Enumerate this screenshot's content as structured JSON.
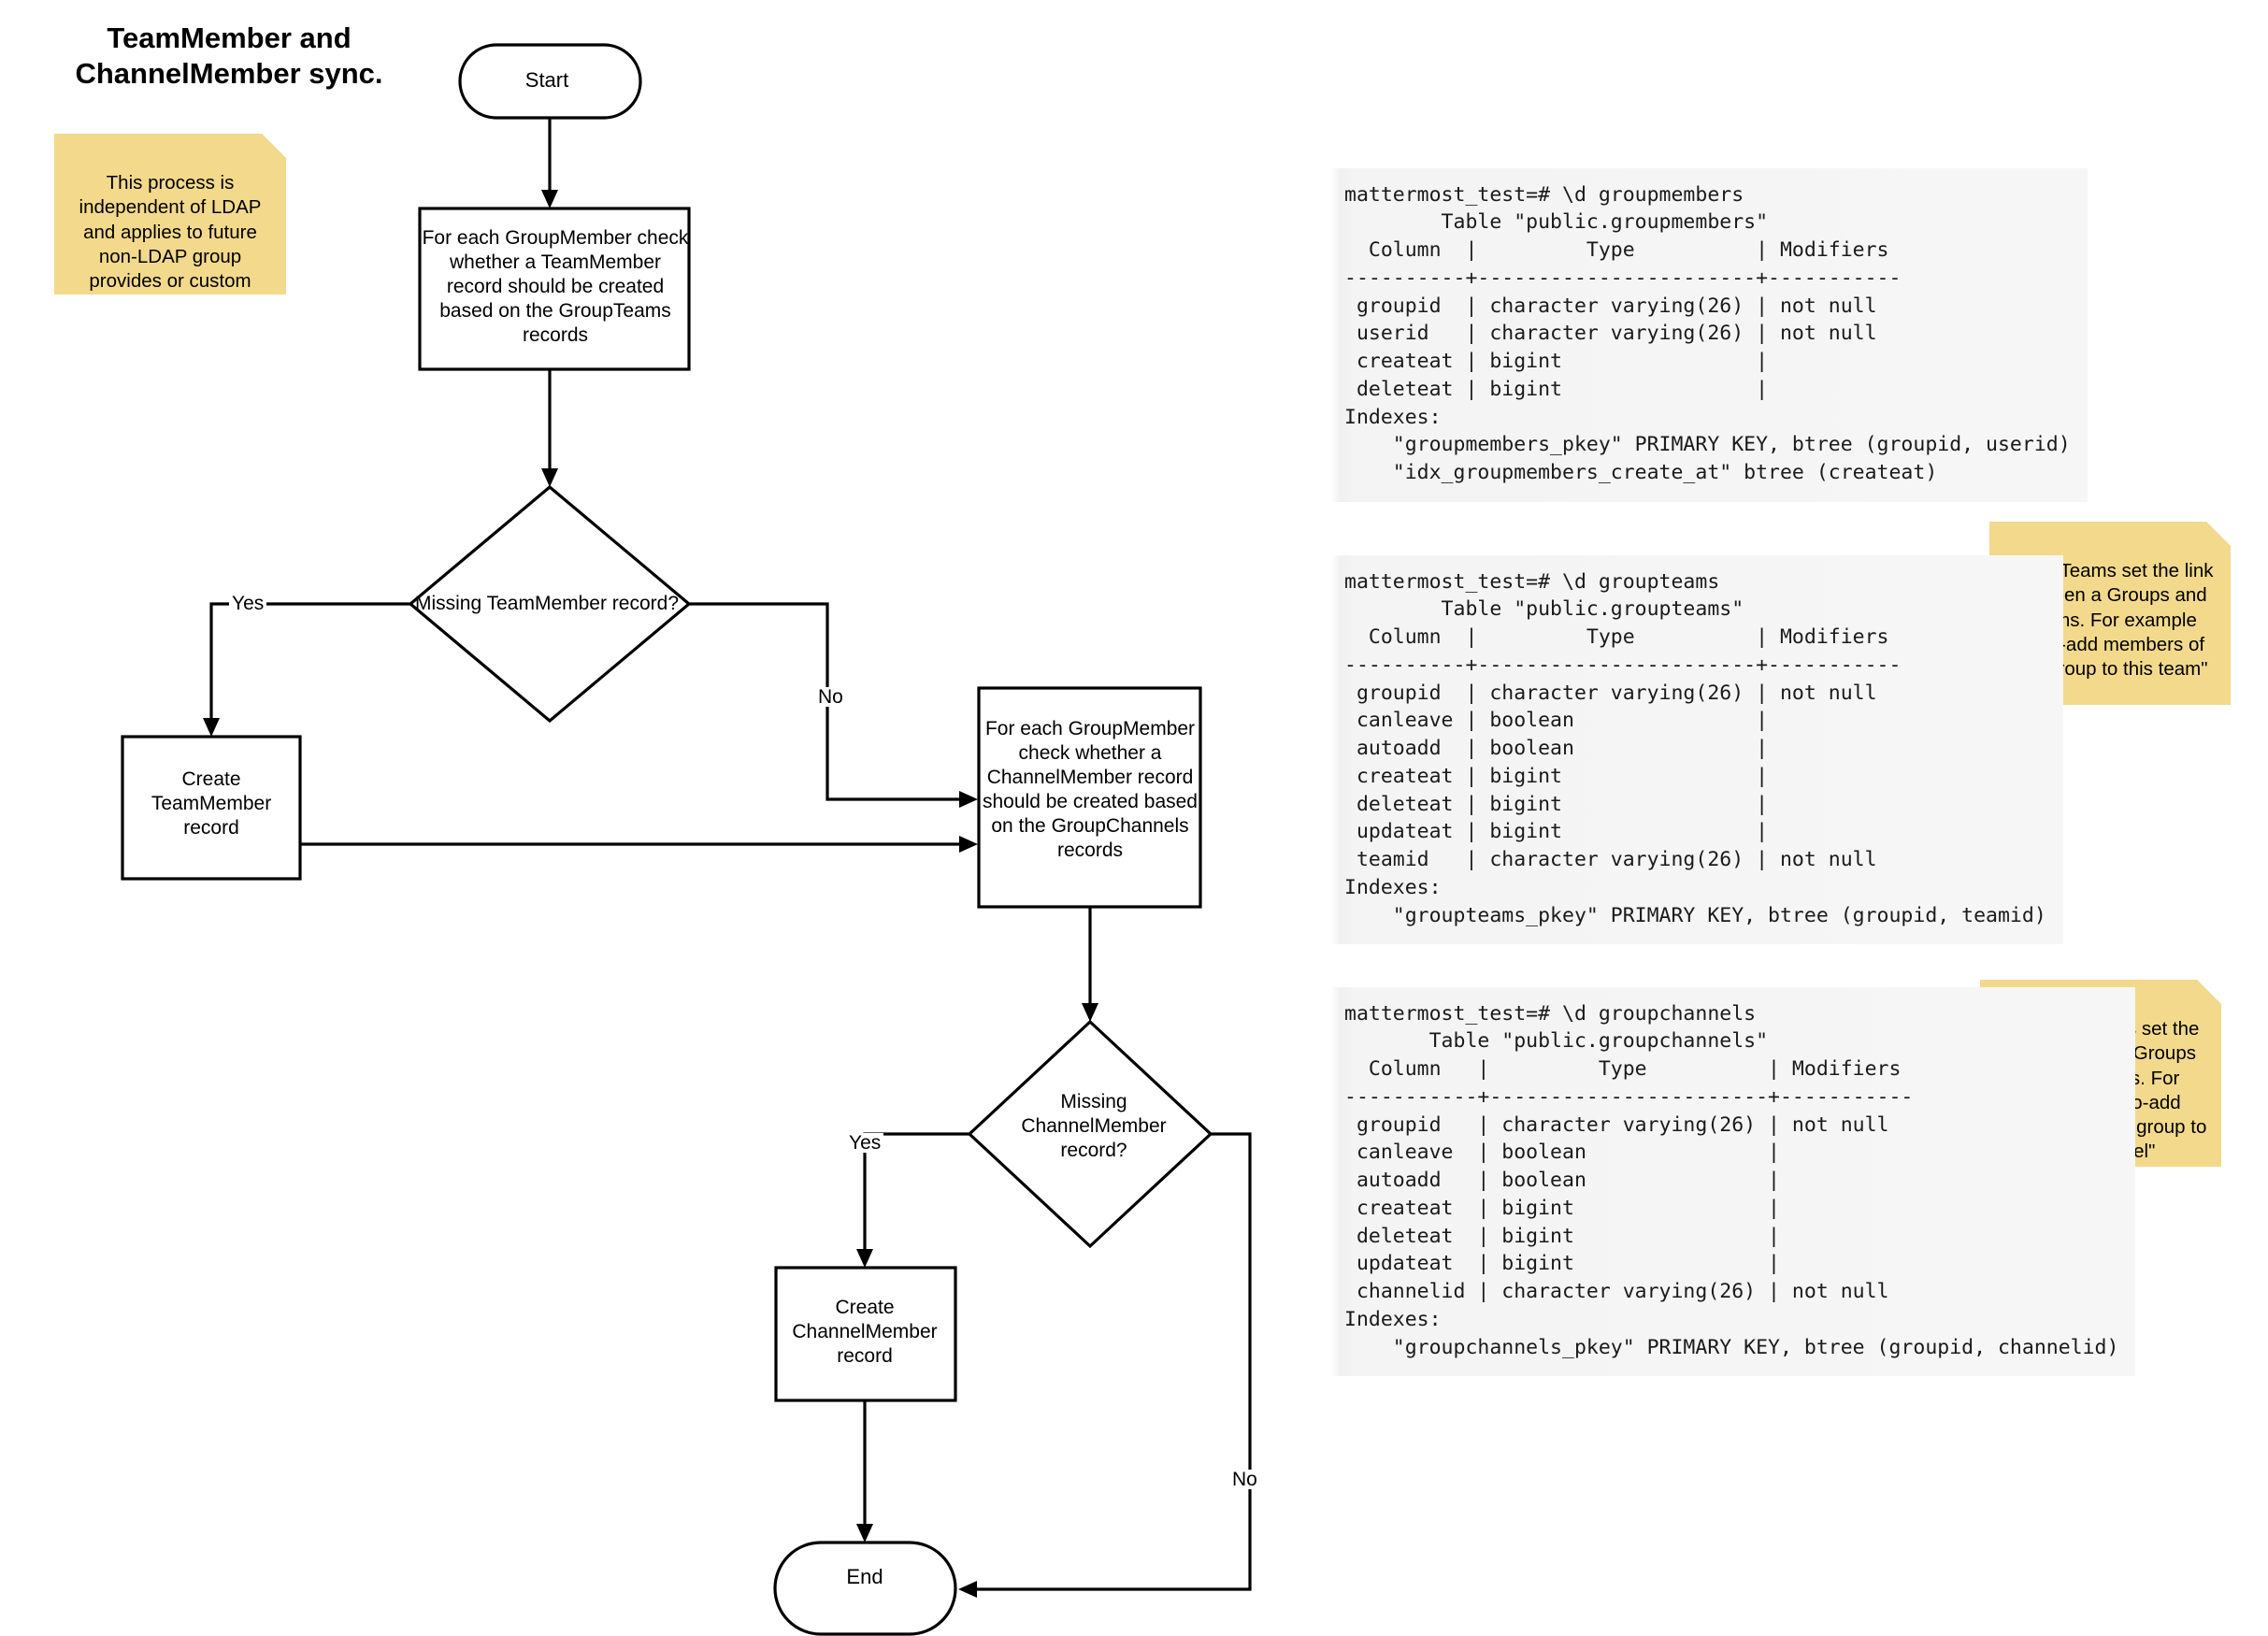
{
  "diagram": {
    "title": "TeamMember and\nChannelMember sync."
  },
  "notes": [
    {
      "id": "note-ldap",
      "text": "This process is independent of LDAP and applies to future non-LDAP group provides or custom groups"
    },
    {
      "id": "note-teams",
      "text": "GroupTeams set the link between a Groups and Teams. For example \"auto-add members of this group to this team\""
    },
    {
      "id": "note-channels",
      "text": "GroupChannels set the link between a Groups and Channels. For example \"auto-add members of this group to this channel\""
    }
  ],
  "flow": {
    "nodes": {
      "start": "Start",
      "process_teammember_check": "For each GroupMember check whether a TeamMember record should be created based on the GroupTeams records",
      "decision_missing_teammember": "Missing TeamMember record?",
      "create_teammember": "Create TeamMember record",
      "process_channelmember_check": "For each GroupMember check whether a ChannelMember record should be created based on the GroupChannels records",
      "decision_missing_channelmember": "Missing ChannelMember record?",
      "create_channelmember": "Create ChannelMember record",
      "end": "End"
    },
    "edges": {
      "yes_1": "Yes",
      "no_1": "No",
      "yes_2": "Yes",
      "no_2": "No"
    }
  },
  "terminals": {
    "groupmembers": "mattermost_test=# \\d groupmembers\n        Table \"public.groupmembers\"\n  Column  |         Type          | Modifiers\n----------+-----------------------+-----------\n groupid  | character varying(26) | not null\n userid   | character varying(26) | not null\n createat | bigint                |\n deleteat | bigint                |\nIndexes:\n    \"groupmembers_pkey\" PRIMARY KEY, btree (groupid, userid)\n    \"idx_groupmembers_create_at\" btree (createat)",
    "groupteams": "mattermost_test=# \\d groupteams\n        Table \"public.groupteams\"\n  Column  |         Type          | Modifiers\n----------+-----------------------+-----------\n groupid  | character varying(26) | not null\n canleave | boolean               |\n autoadd  | boolean               |\n createat | bigint                |\n deleteat | bigint                |\n updateat | bigint                |\n teamid   | character varying(26) | not null\nIndexes:\n    \"groupteams_pkey\" PRIMARY KEY, btree (groupid, teamid)",
    "groupchannels": "mattermost_test=# \\d groupchannels\n       Table \"public.groupchannels\"\n  Column   |         Type          | Modifiers\n-----------+-----------------------+-----------\n groupid   | character varying(26) | not null\n canleave  | boolean               |\n autoadd   | boolean               |\n createat  | bigint                |\n deleteat  | bigint                |\n updateat  | bigint                |\n channelid | character varying(26) | not null\nIndexes:\n    \"groupchannels_pkey\" PRIMARY KEY, btree (groupid, channelid)"
  },
  "colors": {
    "note_fill": "#f2d98c",
    "note_fold": "#d9bf73",
    "stroke": "#000000",
    "terminal_bg": "#f5f5f5"
  }
}
